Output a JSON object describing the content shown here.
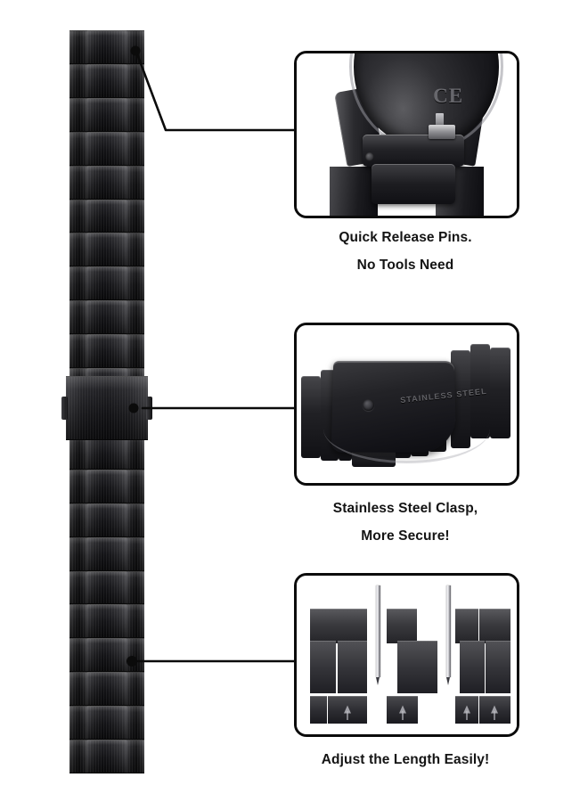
{
  "product": {
    "type": "watch-band-feature-infographic",
    "band_label": "stainless-steel-watch-band",
    "background_color": "#ffffff",
    "band_color": "#1a1a1e",
    "line_color": "#0b0b0b"
  },
  "callouts": [
    {
      "id": "quick-release",
      "caption_lines": [
        "Quick Release Pins.",
        "No Tools Need"
      ],
      "photo_label": "watch-case-with-quick-release-pin",
      "engraving": "CE"
    },
    {
      "id": "clasp",
      "caption_lines": [
        "Stainless Steel Clasp,",
        "More Secure!"
      ],
      "photo_label": "folding-clasp-closeup",
      "engraving": "STAINLESS STEEL"
    },
    {
      "id": "adjust-length",
      "caption_lines": [
        "Adjust the Length Easily!"
      ],
      "photo_label": "removable-links-and-pin-tools",
      "engraving": ""
    }
  ]
}
